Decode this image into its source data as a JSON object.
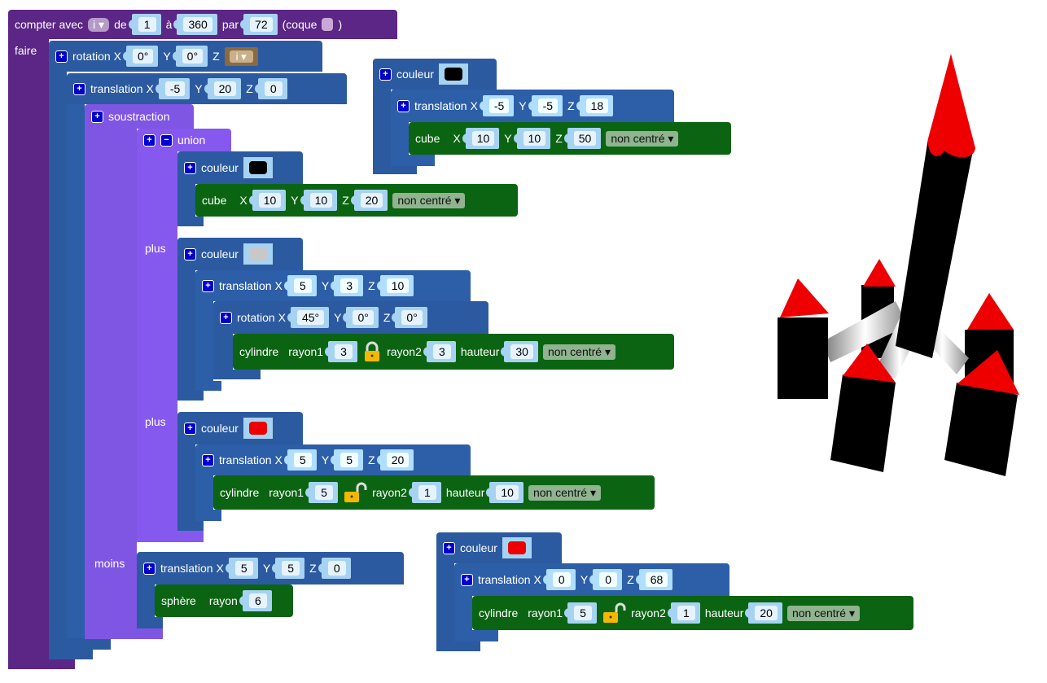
{
  "loop": {
    "label": "compter avec",
    "var": "i ▾",
    "from_label": "de",
    "from": "1",
    "to_label": "à",
    "to": "360",
    "by_label": "par",
    "by": "72",
    "hull_label": "(coque",
    "close": ")",
    "do_label": "faire"
  },
  "rotation1": {
    "label": "rotation X",
    "x": "0°",
    "y_label": "Y",
    "y": "0°",
    "z_label": "Z",
    "z": "i ▾"
  },
  "translation1": {
    "label": "translation X",
    "x": "-5",
    "y_label": "Y",
    "y": "20",
    "z_label": "Z",
    "z": "0"
  },
  "difference": {
    "label": "soustraction",
    "minus_label": "moins"
  },
  "union": {
    "label": "union",
    "plus1": "plus",
    "plus2": "plus"
  },
  "color1": {
    "label": "couleur",
    "color": "#000000"
  },
  "cube1": {
    "label": "cube",
    "x_label": "X",
    "x": "10",
    "y_label": "Y",
    "y": "10",
    "z_label": "Z",
    "z": "20",
    "center": "non centré ▾"
  },
  "color2": {
    "label": "couleur",
    "color": "#c8c8c8"
  },
  "translation2": {
    "label": "translation X",
    "x": "5",
    "y_label": "Y",
    "y": "3",
    "z_label": "Z",
    "z": "10"
  },
  "rotation2": {
    "label": "rotation X",
    "x": "45°",
    "y_label": "Y",
    "y": "0°",
    "z_label": "Z",
    "z": "0°"
  },
  "cyl1": {
    "label": "cylindre",
    "r1_label": "rayon1",
    "r1": "3",
    "r2_label": "rayon2",
    "r2": "3",
    "h_label": "hauteur",
    "h": "30",
    "center": "non centré ▾",
    "locked": true
  },
  "color3": {
    "label": "couleur",
    "color": "#ee0000"
  },
  "translation3": {
    "label": "translation X",
    "x": "5",
    "y_label": "Y",
    "y": "5",
    "z_label": "Z",
    "z": "20"
  },
  "cyl2": {
    "label": "cylindre",
    "r1_label": "rayon1",
    "r1": "5",
    "r2_label": "rayon2",
    "r2": "1",
    "h_label": "hauteur",
    "h": "10",
    "center": "non centré ▾",
    "locked": false
  },
  "translation4": {
    "label": "translation X",
    "x": "5",
    "y_label": "Y",
    "y": "5",
    "z_label": "Z",
    "z": "0"
  },
  "sphere": {
    "label": "sphère",
    "r_label": "rayon",
    "r": "6"
  },
  "color4": {
    "label": "couleur",
    "color": "#000000"
  },
  "translation5": {
    "label": "translation X",
    "x": "-5",
    "y_label": "Y",
    "y": "-5",
    "z_label": "Z",
    "z": "18"
  },
  "cube2": {
    "label": "cube",
    "x_label": "X",
    "x": "10",
    "y_label": "Y",
    "y": "10",
    "z_label": "Z",
    "z": "50",
    "center": "non centré ▾"
  },
  "color5": {
    "label": "couleur",
    "color": "#ee0000"
  },
  "translation6": {
    "label": "translation X",
    "x": "0",
    "y_label": "Y",
    "y": "0",
    "z_label": "Z",
    "z": "68"
  },
  "cyl3": {
    "label": "cylindre",
    "r1_label": "rayon1",
    "r1": "5",
    "r2_label": "rayon2",
    "r2": "1",
    "h_label": "hauteur",
    "h": "20",
    "center": "non centré ▾",
    "locked": false
  }
}
